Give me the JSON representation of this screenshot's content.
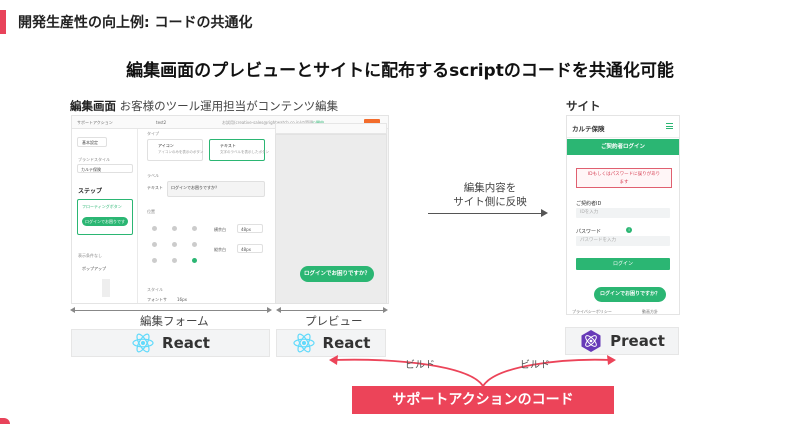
{
  "slide": {
    "title": "開発生産性の向上例: コードの共通化",
    "headline": "編集画面のプレビューとサイトに配布するscriptのコードを共通化可能"
  },
  "editor_section": {
    "label_bold": "編集画面",
    "label_rest": "お客様のツール運用担当がコンテンツ編集",
    "topbar": {
      "breadcrumb": "サポートアクション",
      "name": "test2",
      "url": "お試用(creative-sales@rightwatch.co.jp)の管理",
      "status": "公開中",
      "publish": "保存"
    },
    "left": {
      "basic_btn": "基本設定",
      "brand_style_label": "ブランドスタイル",
      "brand_style_value": "カルテ保険",
      "steps_label": "ステップ",
      "step1": "フローティングボタン",
      "step1_btn": "ログインでお困りですか？",
      "display_label": "表示条件なし",
      "popup": "ポップアップ"
    },
    "middle": {
      "type_label": "タイプ",
      "icon_opt": "アイコン",
      "icon_desc": "アイコンのみを表示のボタン",
      "text_opt": "テキスト",
      "text_desc": "文字のラベルを表示したボタン",
      "label_label": "ラベル",
      "text_label": "テキスト",
      "text_value": "ログインでお困りですか？",
      "position_label": "位置",
      "h_label": "横余白",
      "h_value": "48px",
      "v_label": "縦余白",
      "v_value": "48px",
      "style_label": "スタイル",
      "font_label": "フォントサ",
      "font_value": "16px"
    }
  },
  "preview": {
    "cta": "ログインでお困りですか？"
  },
  "dims": {
    "form_label": "編集フォーム",
    "preview_label": "プレビュー"
  },
  "badges": {
    "react1": "React",
    "react2": "React",
    "preact": "Preact"
  },
  "flow": {
    "line1": "編集内容を",
    "line2": "サイト側に反映"
  },
  "site": {
    "label": "サイト",
    "brand": "カルテ保険",
    "login_bar": "ご契約者ログイン",
    "error_line1": "IDもしくはパスワードに誤りがあり",
    "error_line2": "ます",
    "id_label": "ご契約者ID",
    "id_placeholder": "IDを入力",
    "pw_label": "パスワード",
    "pw_placeholder": "パスワードを入力",
    "submit": "ログイン",
    "cta": "ログインでお困りですか？",
    "footer_left": "プライバシーポリシー",
    "footer_right": "動画方針"
  },
  "build": {
    "left": "ビルド",
    "right": "ビルド"
  },
  "core": {
    "label": "サポートアクションのコード"
  },
  "colors": {
    "accent_red": "#ec4459",
    "green": "#2bb673",
    "react_blue": "#61dafb",
    "preact_purple": "#673ab8"
  }
}
